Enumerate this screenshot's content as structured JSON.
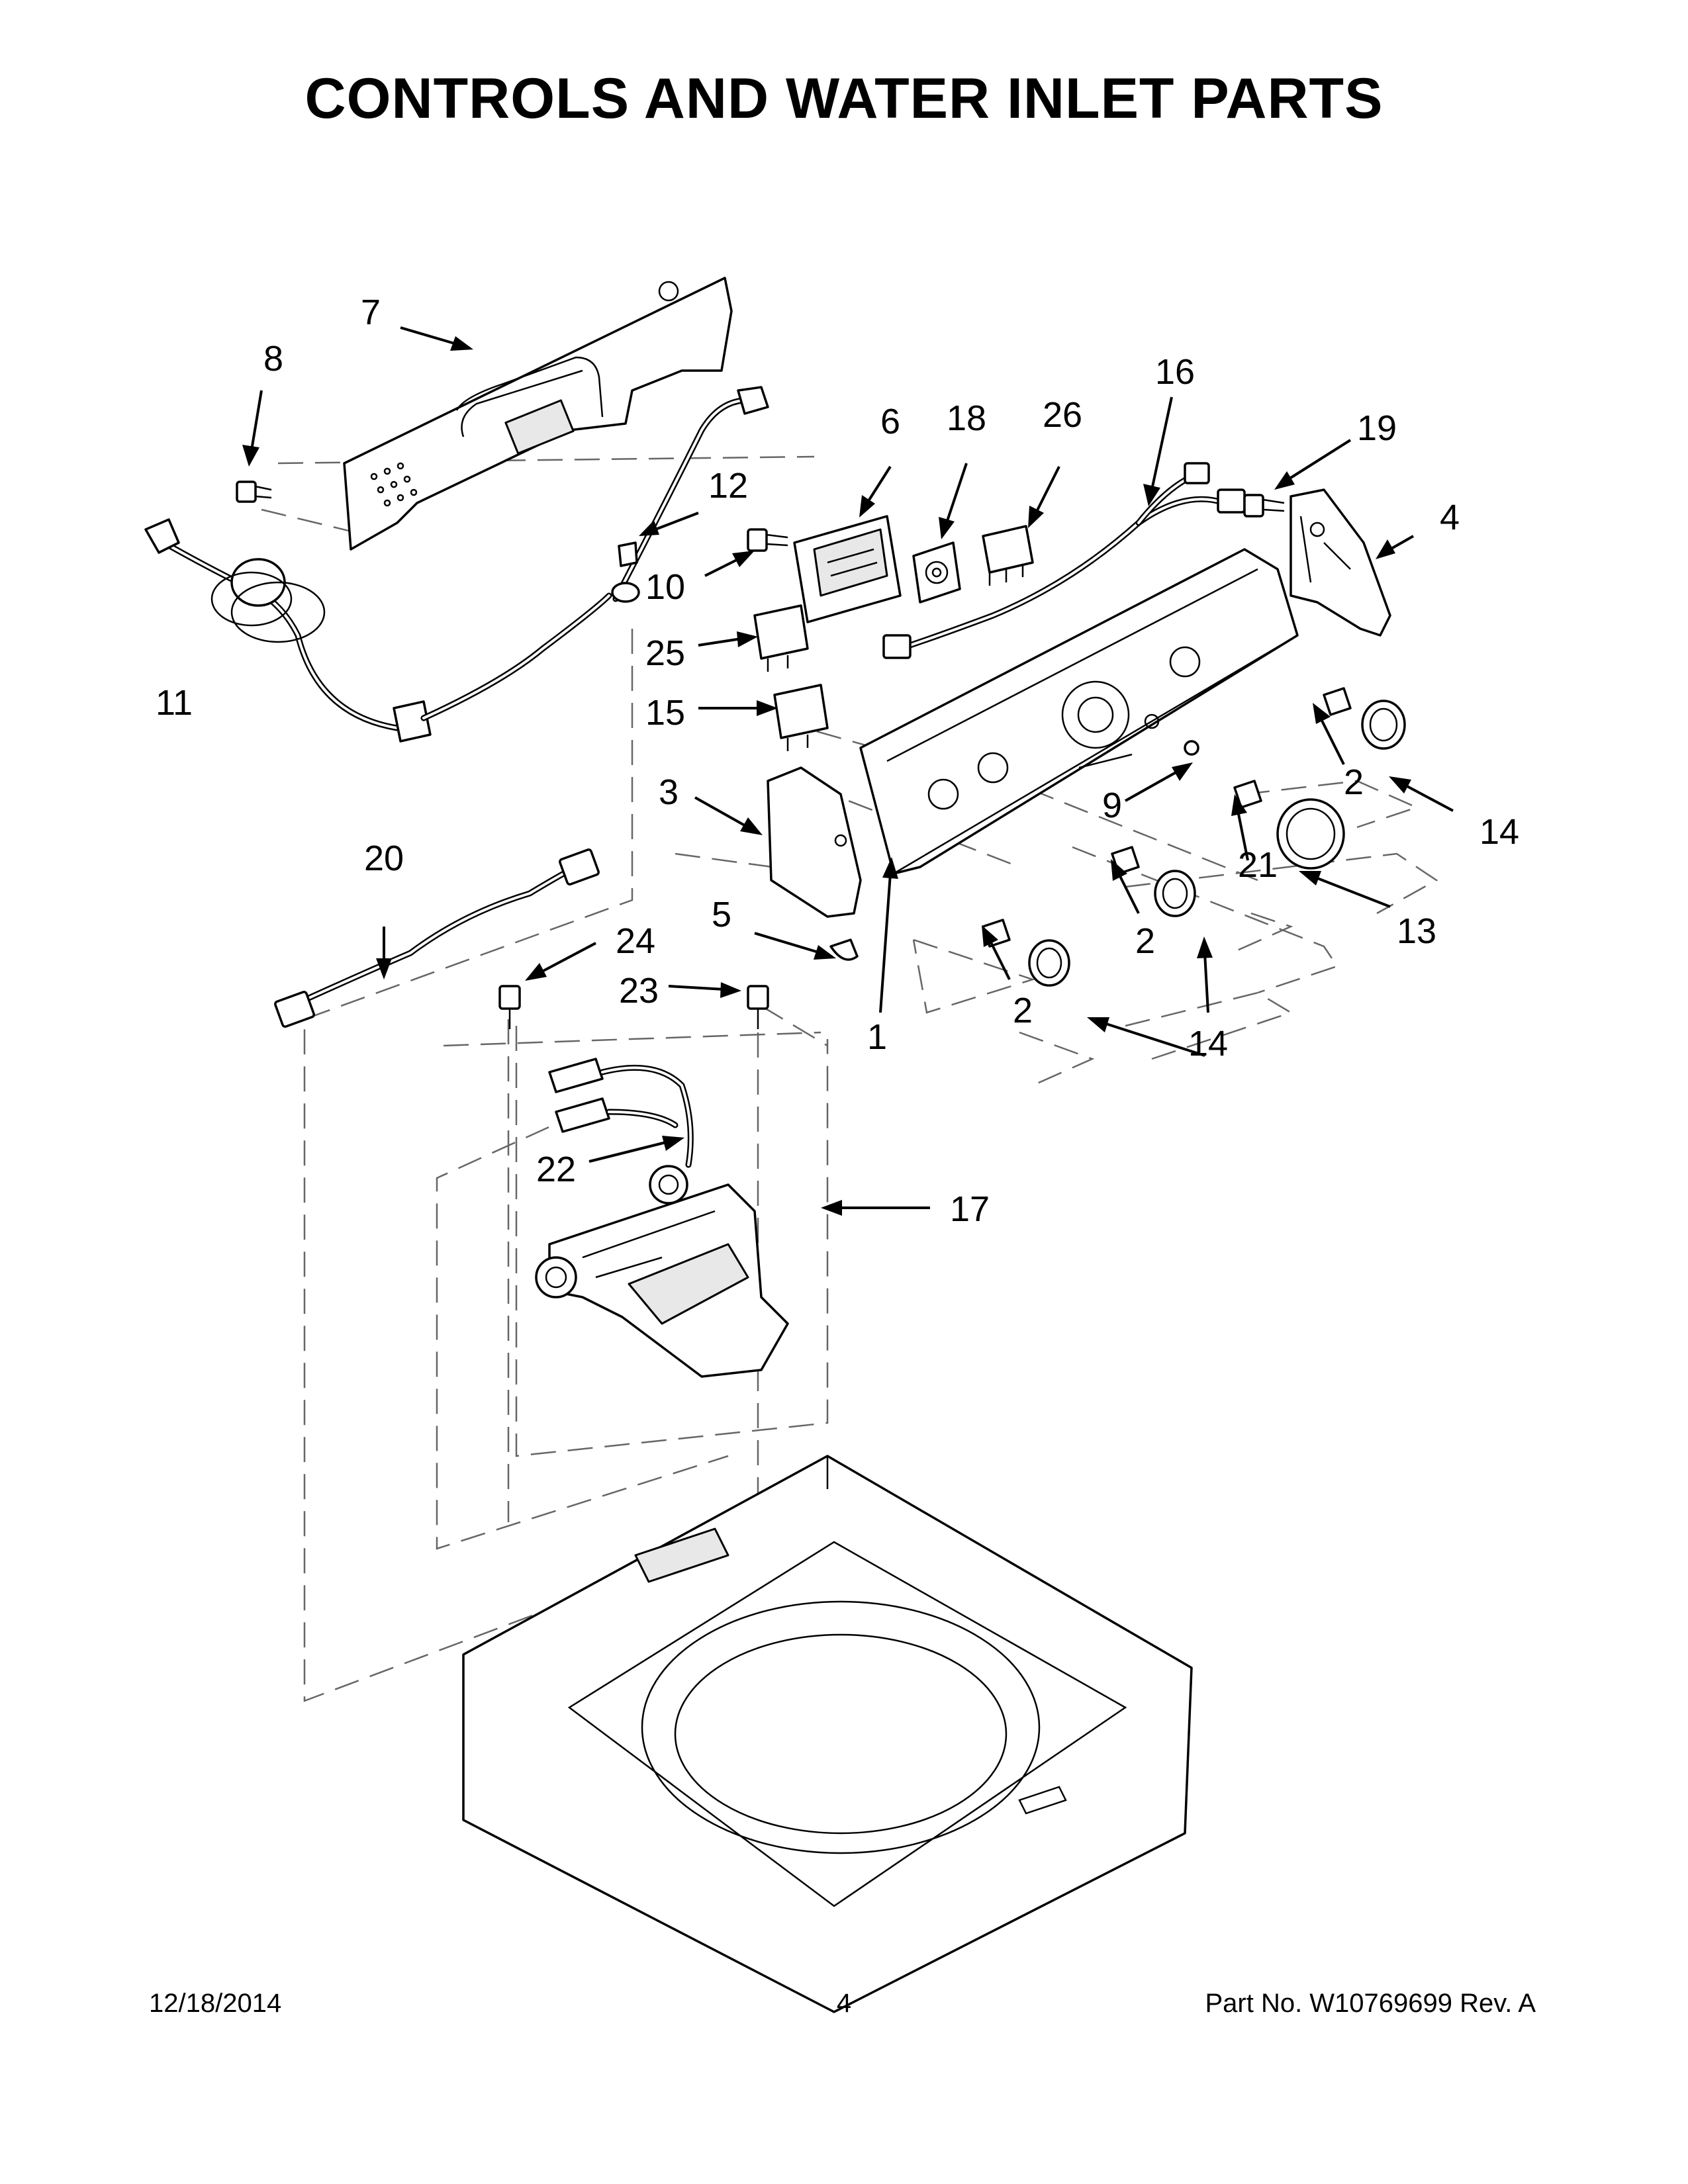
{
  "title": "CONTROLS AND WATER INLET PARTS",
  "footer": {
    "date": "12/18/2014",
    "page": "4",
    "part_number": "Part No.  W10769699  Rev.  A"
  },
  "callouts": {
    "c1": "1",
    "c2a": "2",
    "c2b": "2",
    "c2c": "2",
    "c3": "3",
    "c4": "4",
    "c5": "5",
    "c6": "6",
    "c7": "7",
    "c8": "8",
    "c9": "9",
    "c10": "10",
    "c11": "11",
    "c12": "12",
    "c13": "13",
    "c14a": "14",
    "c14b": "14",
    "c15": "15",
    "c16": "16",
    "c17": "17",
    "c18": "18",
    "c19": "19",
    "c20": "20",
    "c21": "21",
    "c22": "22",
    "c23": "23",
    "c24": "24",
    "c25": "25",
    "c26": "26"
  }
}
